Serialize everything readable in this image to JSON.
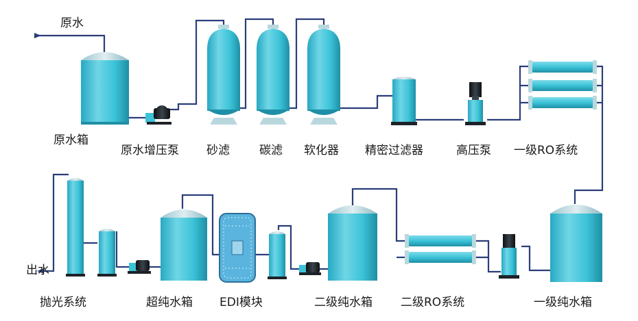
{
  "labels": {
    "raw_water": "原水",
    "raw_tank": "原水箱",
    "booster_pump": "原水增压泵",
    "sand_filter": "砂滤",
    "carbon_filter": "碳滤",
    "softener": "软化器",
    "precision_filter": "精密过滤器",
    "high_pressure_pump": "高压泵",
    "ro1": "一级RO系统",
    "outlet": "出水",
    "polishing": "抛光系统",
    "ultrapure_tank": "超纯水箱",
    "edi": "EDI模块",
    "tank2": "二级纯水箱",
    "ro2": "二级RO系统",
    "tank1": "一级纯水箱"
  },
  "colors": {
    "vessel_fill": "#3cc3d8",
    "vessel_light": "#7fdcea",
    "vessel_dark": "#1e8fa6",
    "pipe": "#2a3d7a",
    "cap": "#b9d8de",
    "pump": "#1d2228",
    "edi_fill": "#5ab4de",
    "text": "#1a1a1a"
  }
}
